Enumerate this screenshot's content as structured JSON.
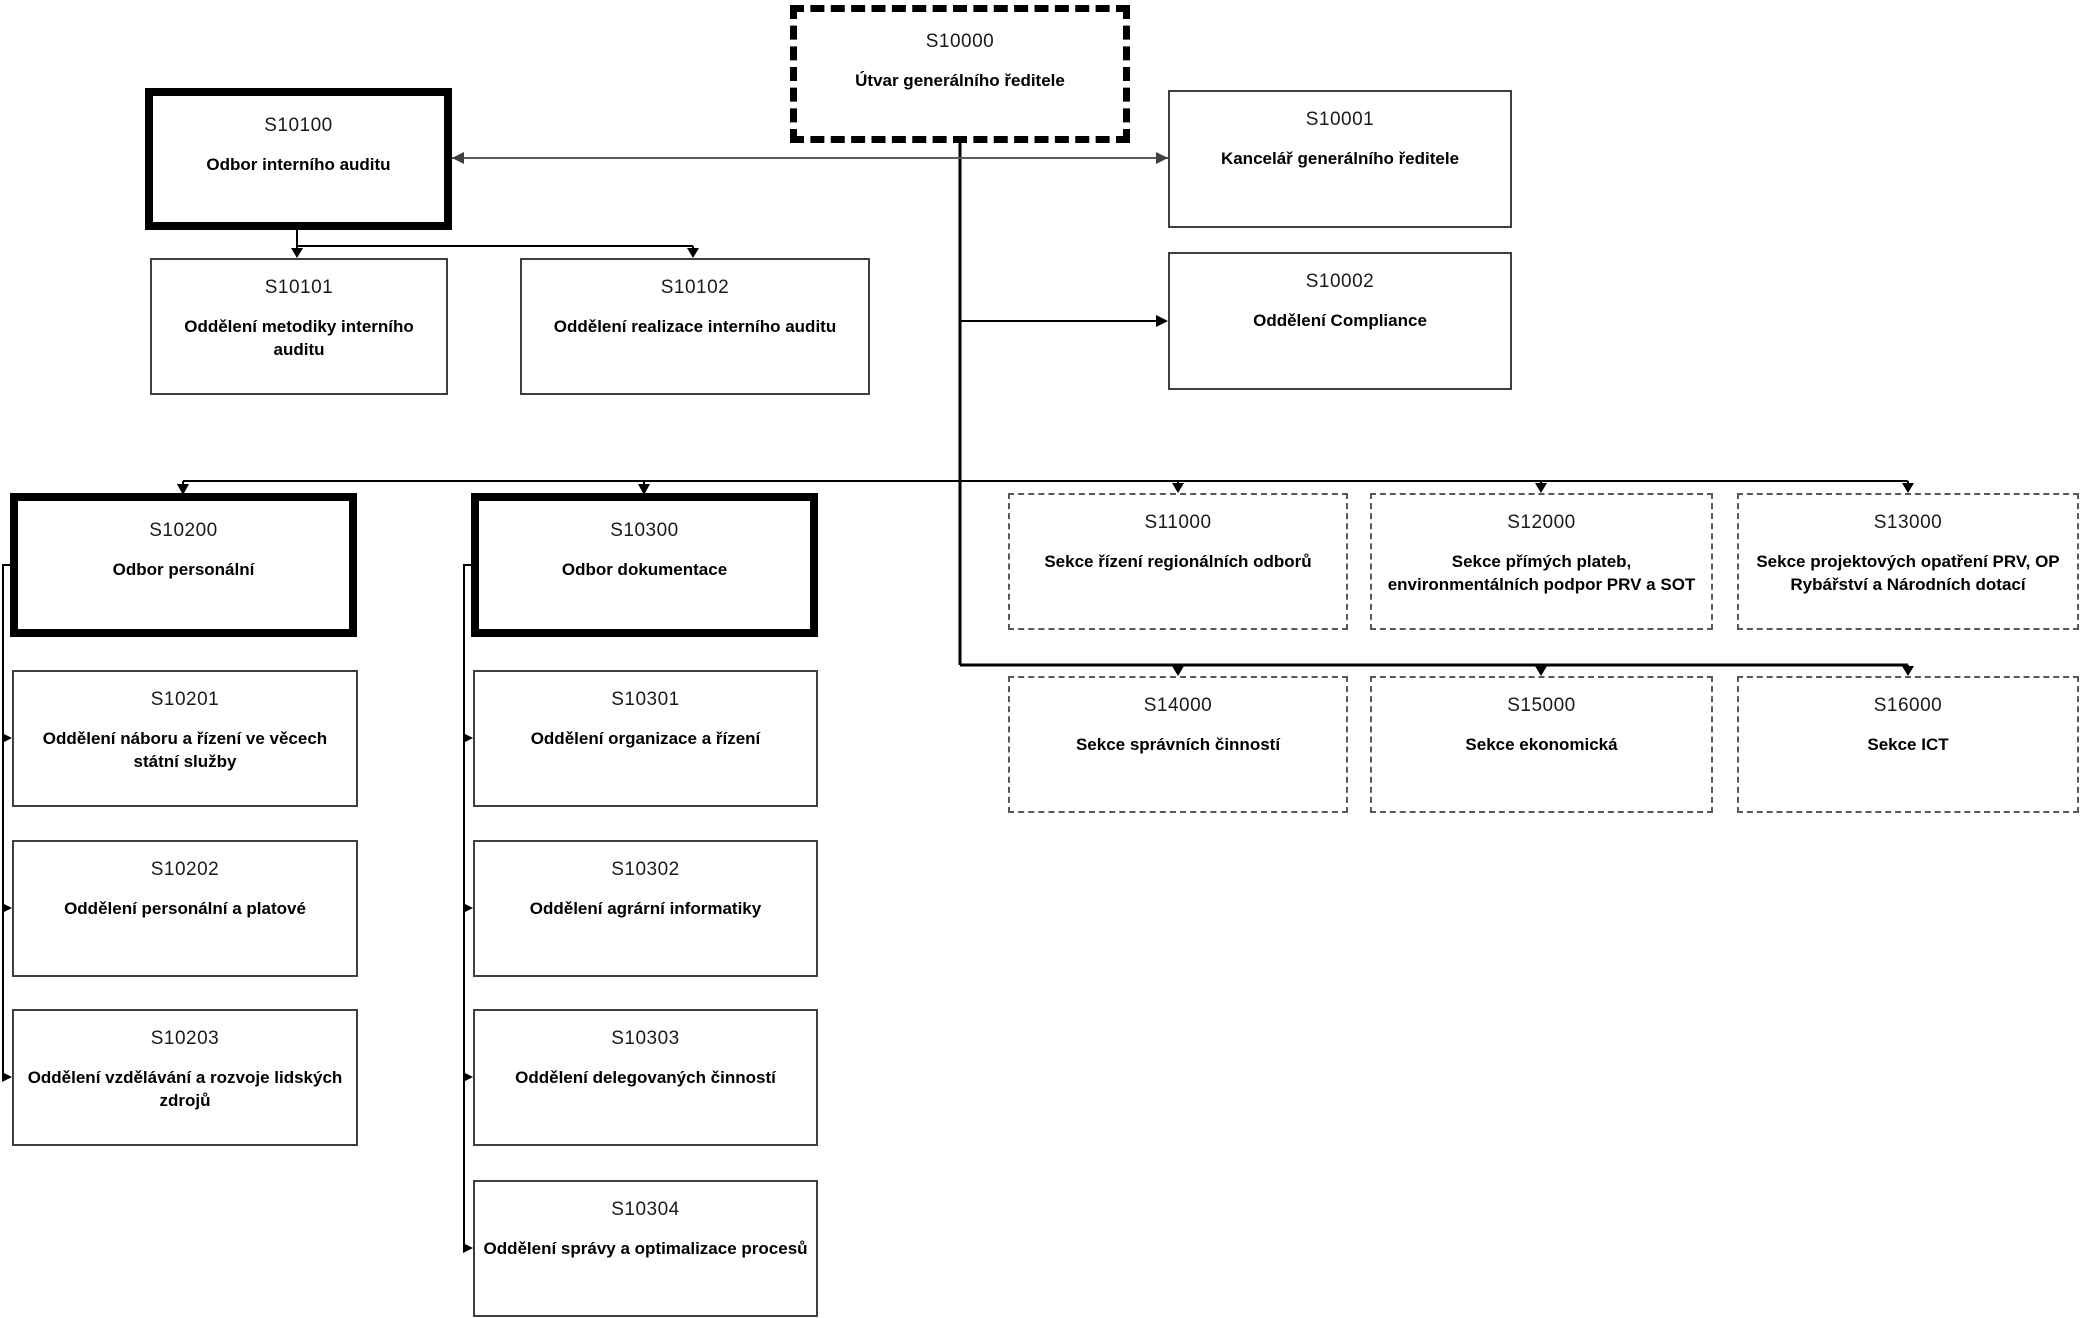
{
  "diagram": {
    "nodes": [
      {
        "code": "S10000",
        "name": "Útvar generálního ředitele"
      },
      {
        "code": "S10100",
        "name": "Odbor interního auditu"
      },
      {
        "code": "S10001",
        "name": "Kancelář generálního ředitele"
      },
      {
        "code": "S10101",
        "name": "Oddělení metodiky interního auditu"
      },
      {
        "code": "S10102",
        "name": "Oddělení realizace interního auditu"
      },
      {
        "code": "S10002",
        "name": "Oddělení Compliance"
      },
      {
        "code": "S10200",
        "name": "Odbor personální"
      },
      {
        "code": "S10300",
        "name": "Odbor dokumentace"
      },
      {
        "code": "S11000",
        "name": "Sekce řízení regionálních odborů"
      },
      {
        "code": "S12000",
        "name": "Sekce přímých plateb, environmentálních podpor PRV a SOT"
      },
      {
        "code": "S13000",
        "name": "Sekce projektových opatření PRV, OP Rybářství a Národních dotací"
      },
      {
        "code": "S14000",
        "name": "Sekce správních činností"
      },
      {
        "code": "S15000",
        "name": "Sekce ekonomická"
      },
      {
        "code": "S16000",
        "name": "Sekce ICT"
      },
      {
        "code": "S10201",
        "name": "Oddělení náboru a řízení ve věcech státní služby"
      },
      {
        "code": "S10202",
        "name": "Oddělení personální a platové"
      },
      {
        "code": "S10203",
        "name": "Oddělení vzdělávání a rozvoje lidských zdrojů"
      },
      {
        "code": "S10301",
        "name": "Oddělení organizace a řízení"
      },
      {
        "code": "S10302",
        "name": "Oddělení agrární informatiky"
      },
      {
        "code": "S10303",
        "name": "Oddělení delegovaných činností"
      },
      {
        "code": "S10304",
        "name": "Oddělení správy a optimalizace procesů"
      }
    ],
    "colors": {
      "line": "#000000",
      "link_gray": "#595959",
      "border_thin": "#3f3f3f",
      "border_dashed_section": "#595959"
    }
  }
}
